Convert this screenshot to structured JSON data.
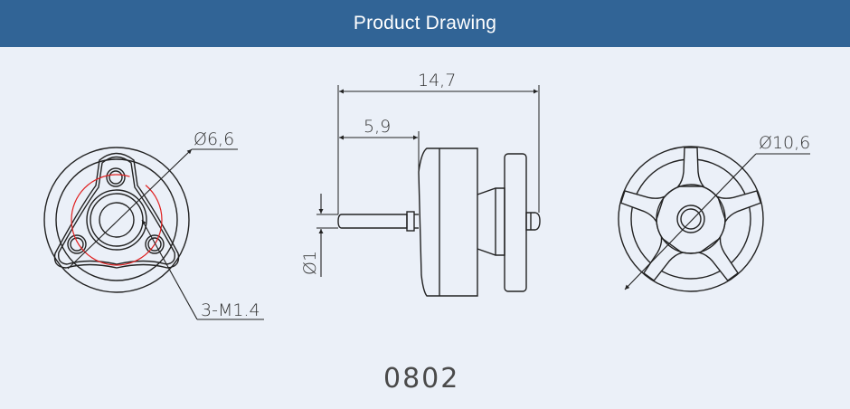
{
  "header": {
    "title": "Product Drawing",
    "background_color": "#316496"
  },
  "views": {
    "mount_view": {
      "diameter_label": "Ø6,6",
      "thread_label": "3-M1.4",
      "bolt_circle_color": "#e02020"
    },
    "side_view": {
      "overall_length_label": "14,7",
      "shaft_length_label": "5,9",
      "shaft_diameter_label": "Ø1"
    },
    "bell_view": {
      "diameter_label": "Ø10,6"
    }
  },
  "model": {
    "name": "0802"
  }
}
